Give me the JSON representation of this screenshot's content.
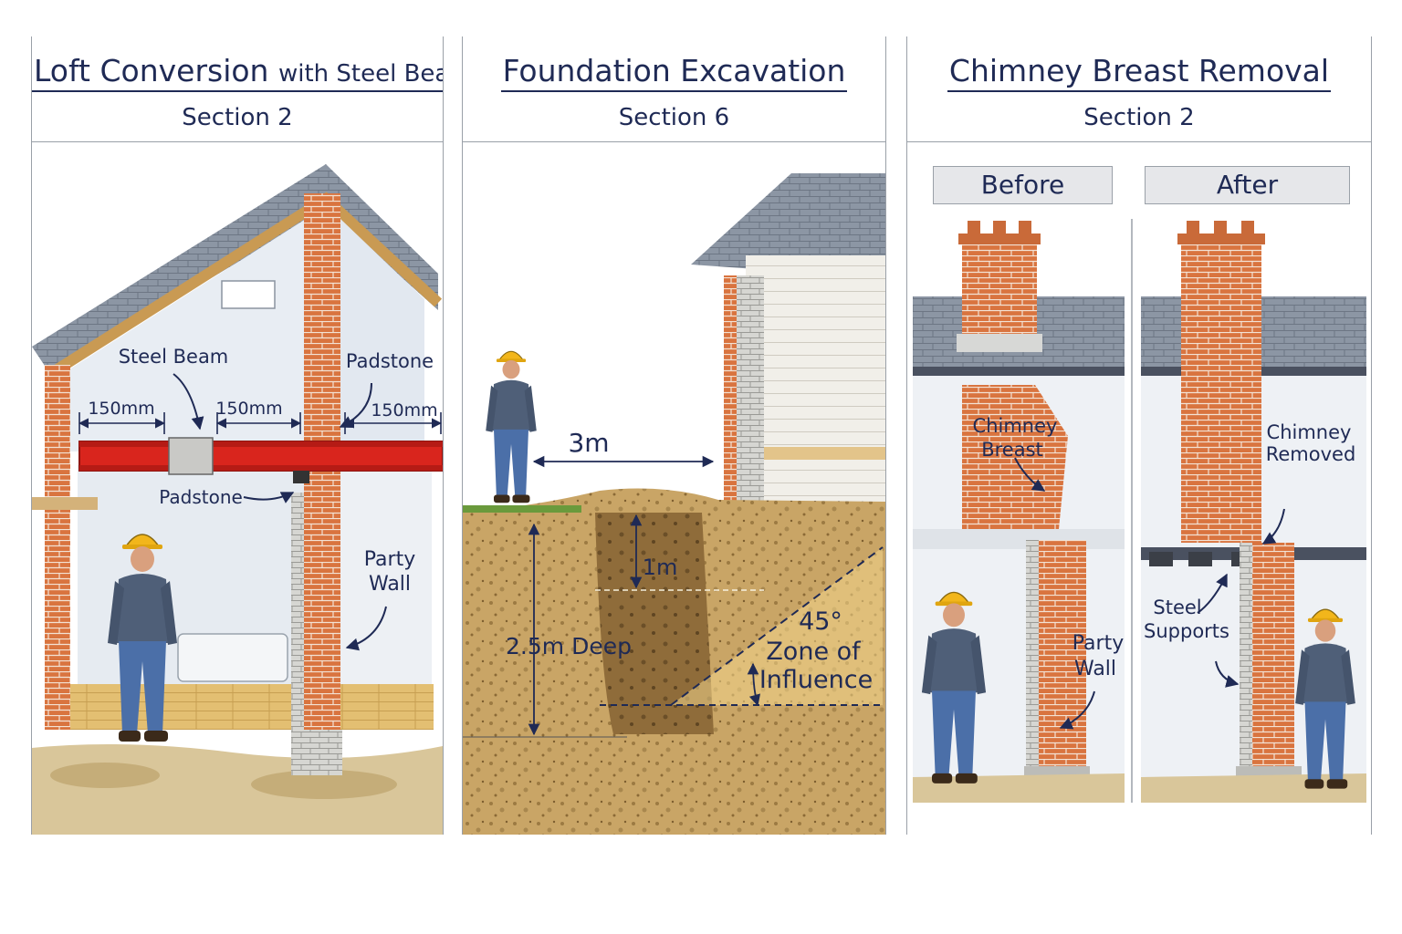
{
  "panels": [
    {
      "title_main": "Loft Conversion",
      "title_with": "with Steel Beam",
      "subtitle": "Section 2",
      "labels": {
        "steel_beam": "Steel Beam",
        "padstone_top": "Padstone",
        "padstone_bottom": "Padstone",
        "party_wall_l1": "Party",
        "party_wall_l2": "Wall",
        "dim_1": "150mm",
        "dim_2": "150mm",
        "dim_3": "150mm"
      }
    },
    {
      "title_main": "Foundation Excavation",
      "subtitle": "Section 6",
      "labels": {
        "distance": "3m",
        "depth_1": "1m",
        "depth_total": "2.5m Deep",
        "angle": "45°",
        "zone_l1": "Zone of",
        "zone_l2": "Influence"
      }
    },
    {
      "title_main": "Chimney Breast Removal",
      "subtitle": "Section 2",
      "tabs": [
        "Before",
        "After"
      ],
      "labels": {
        "chimney_breast_l1": "Chimney",
        "chimney_breast_l2": "Breast",
        "party_wall_l1": "Party",
        "party_wall_l2": "Wall",
        "chimney_removed_l1": "Chimney",
        "chimney_removed_l2": "Removed",
        "steel_supports_l1": "Steel",
        "steel_supports_l2": "Supports"
      }
    }
  ]
}
